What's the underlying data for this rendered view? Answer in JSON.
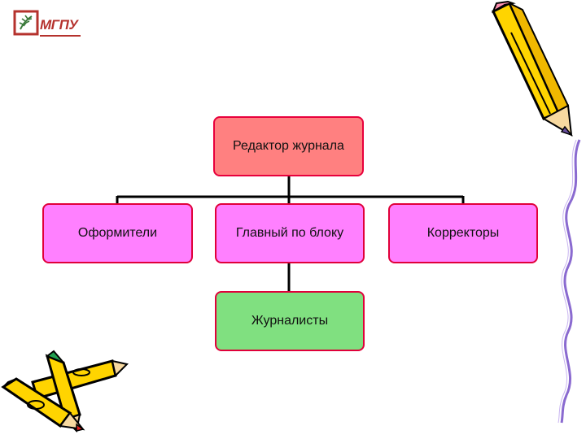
{
  "logo": {
    "text": "МГПУ"
  },
  "diagram": {
    "root": "Редактор журнала",
    "children": [
      "Оформители",
      "Главный по блоку",
      "Корректоры"
    ],
    "sub": "Журналисты"
  },
  "colors": {
    "root_fill": "#ff8080",
    "child_fill": "#ff80ff",
    "sub_fill": "#80e080",
    "border": "#e0003a"
  }
}
